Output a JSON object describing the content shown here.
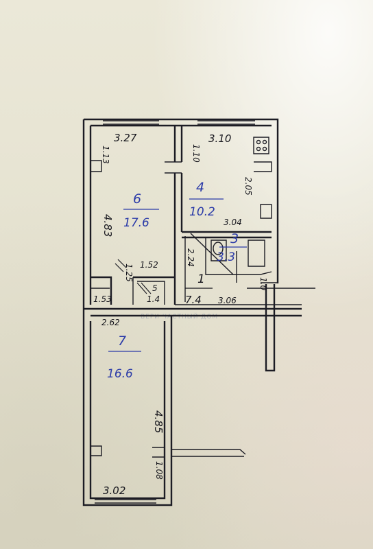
{
  "rooms": [
    {
      "number": "6",
      "area": "17.6"
    },
    {
      "number": "4",
      "area": "10.2"
    },
    {
      "number": "3",
      "area": "3.3"
    },
    {
      "number": "1",
      "area": "7.4"
    },
    {
      "number": "5",
      "area": "1.4"
    },
    {
      "number": "7",
      "area": "16.6"
    }
  ],
  "dimensions": {
    "d_3_27": "3.27",
    "d_3_10": "3.10",
    "d_1_13": "1.13",
    "d_1_10": "1.10",
    "d_2_05": "2.05",
    "d_4_83": "4.83",
    "d_3_04": "3.04",
    "d_1_52": "1.52",
    "d_1_25": "1.25",
    "d_2_24": "2.24",
    "d_1_53": "1.53",
    "d_3_06": "3.06",
    "d_1_0": "1.0",
    "d_2_62": "2.62",
    "d_4_85": "4.85",
    "d_1_08": "1.08",
    "d_3_02": "3.02"
  },
  "stamp_text": "ВЕРИ ЧАСТНЫЙ ДОМ",
  "colors": {
    "ink": "#1c1c24",
    "pen": "#2a3aa8",
    "paper": "#e7e4d3"
  }
}
